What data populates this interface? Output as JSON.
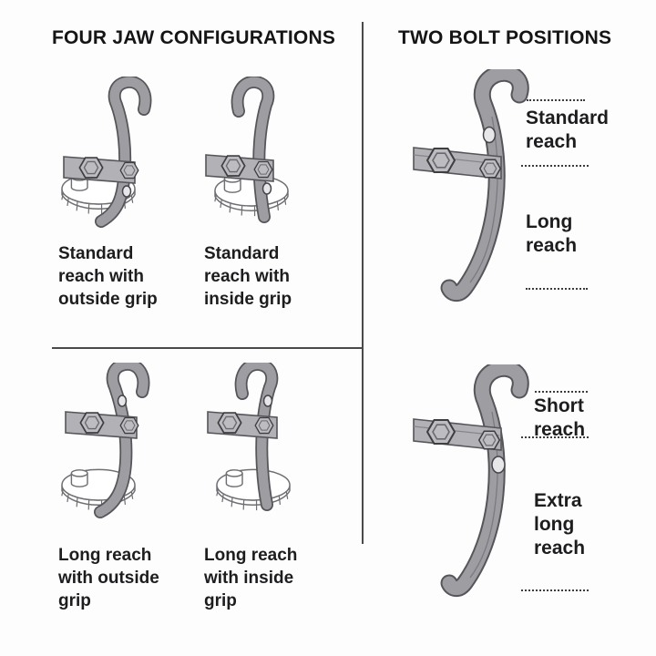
{
  "diagram": {
    "left_panel": {
      "title": "FOUR JAW CONFIGURATIONS",
      "cells": [
        {
          "caption": "Standard reach with outside grip"
        },
        {
          "caption": "Standard reach with inside grip"
        },
        {
          "caption": "Long reach with outside grip"
        },
        {
          "caption": "Long reach with inside grip"
        }
      ]
    },
    "right_panel": {
      "title": "TWO BOLT POSITIONS",
      "top_figure": {
        "upper_label": "Standard reach",
        "lower_label": "Long reach"
      },
      "bottom_figure": {
        "upper_label": "Short reach",
        "lower_label": "Extra long reach"
      }
    },
    "colors": {
      "background": "#fdfdfd",
      "text": "#1d1d1f",
      "jaw_fill": "#9d9da2",
      "jaw_outline": "#55555a",
      "bracket_fill": "#b1b1b6",
      "gear_outline": "#6e6e73",
      "divider": "#4a4a4a",
      "dotted_line": "#3c3c3c"
    }
  }
}
